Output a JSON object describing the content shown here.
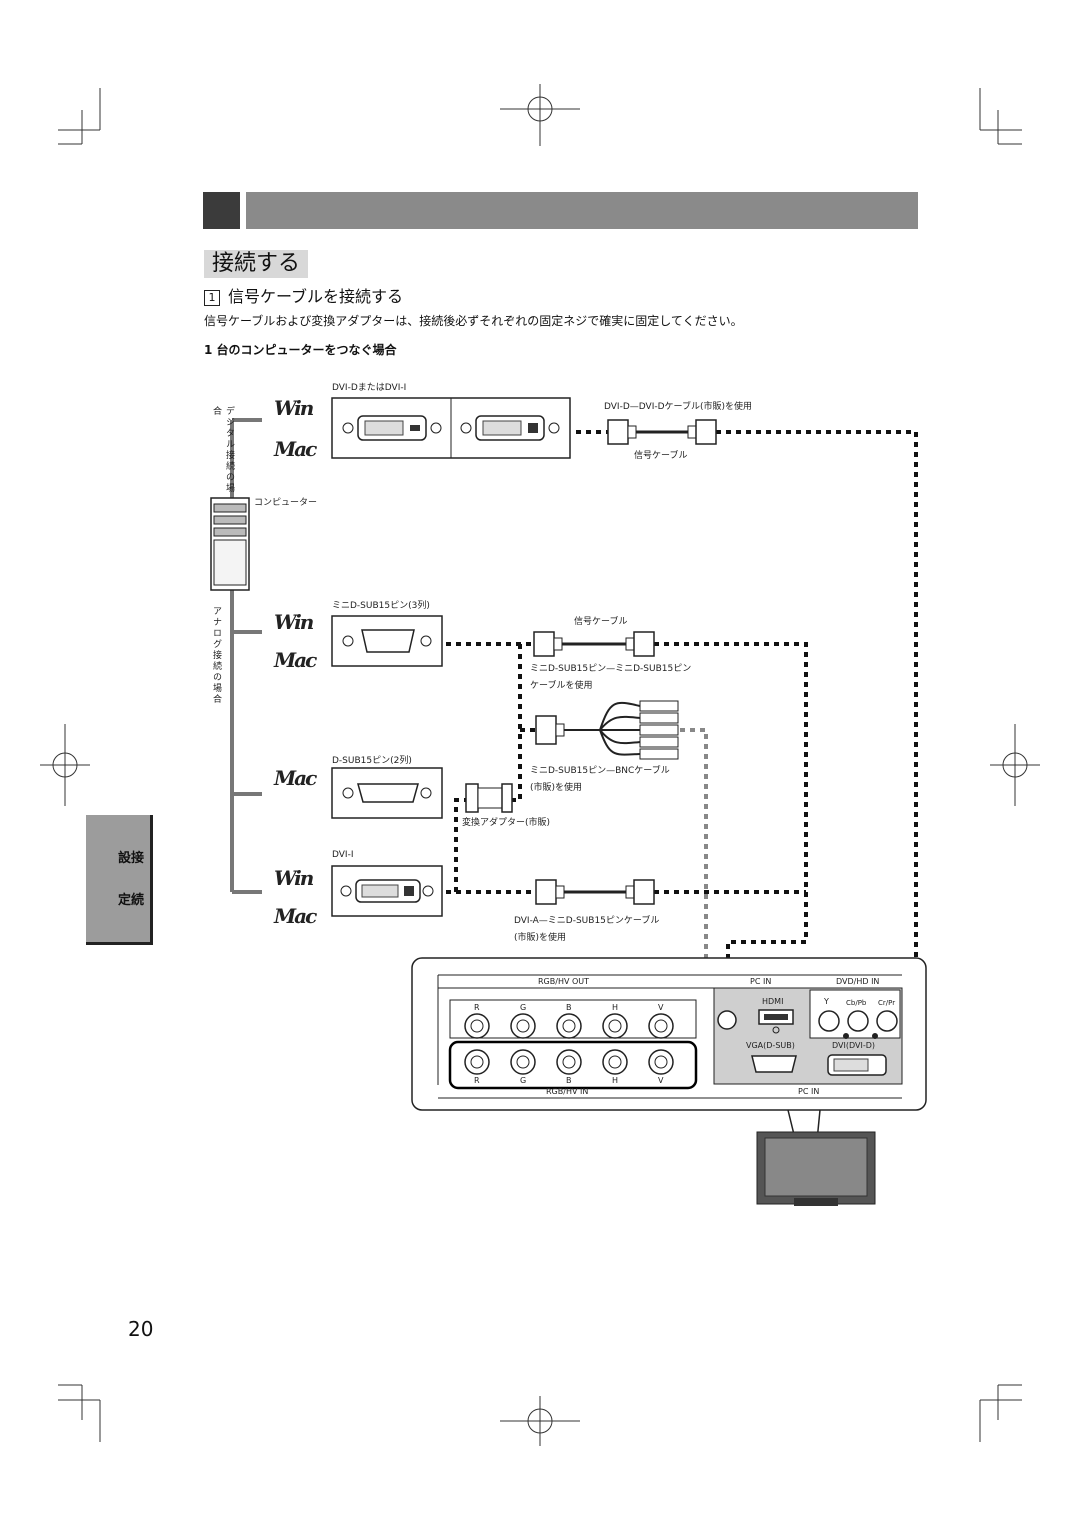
{
  "section_title": "接続する",
  "step": {
    "number": "1",
    "title": "信号ケーブルを接続する"
  },
  "description": "信号ケーブルおよび変換アダプターは、接続後必ずそれぞれの固定ネジで確実に固定してください。",
  "case_heading": "1 台のコンピューターをつなぐ場合",
  "side_tab": {
    "line1": "設接",
    "line2": "定続"
  },
  "page_number": "20",
  "diagram": {
    "digital_side_label": "デジタル接続の場合",
    "analog_side_label": "アナログ接続の場合",
    "computer_label": "コンピューター",
    "dvi_port_label": "DVI-DまたはDVI-I",
    "dvi_cable_use": "DVI-D—DVI-Dケーブル(市販)を使用",
    "signal_cable_1": "信号ケーブル",
    "mini_dsub_label": "ミニD-SUB15ピン(3列)",
    "signal_cable_2": "信号ケーブル",
    "mini_mini_cable": "ミニD-SUB15ピン—ミニD-SUB15ピン",
    "mini_mini_cable_use": "ケーブルを使用",
    "dsub2_label": "D-SUB15ピン(2列)",
    "bnc_cable": "ミニD-SUB15ピン—BNCケーブル",
    "bnc_cable_use": "(市販)を使用",
    "adapter_label": "変換アダプター(市販)",
    "dvi_i_label": "DVI-I",
    "dvia_cable": "DVI-A—ミニD-SUB15ピンケーブル",
    "dvia_cable_use": "(市販)を使用",
    "logo_win": "Win",
    "logo_mac": "Mac",
    "panel": {
      "rgb_out": "RGB/HV OUT",
      "pc_in_top": "PC IN",
      "dvd_hd_in": "DVD/HD IN",
      "hdmi": "HDMI",
      "vga": "VGA(D-SUB)",
      "dvi": "DVI(DVI-D)",
      "y": "Y",
      "cb": "Cb/Pb",
      "cr": "Cr/Pr",
      "rgb_in": "RGB/HV IN",
      "pc_in_bottom": "PC IN",
      "bnc_letters": [
        "R",
        "G",
        "B",
        "H",
        "V"
      ]
    }
  }
}
